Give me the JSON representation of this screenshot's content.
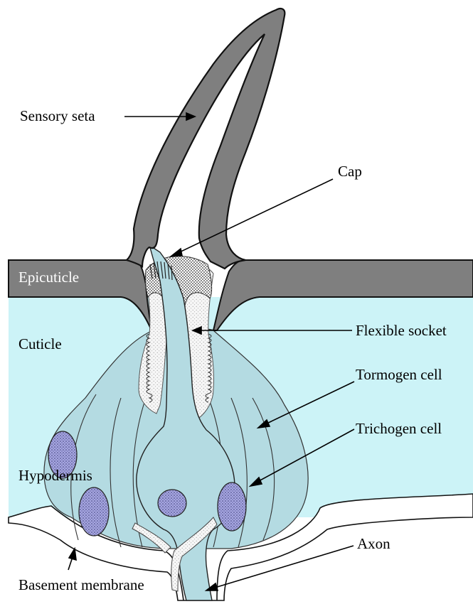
{
  "labels": {
    "sensory_seta": "Sensory seta",
    "cap": "Cap",
    "epicuticle": "Epicuticle",
    "cuticle": "Cuticle",
    "flexible_socket": "Flexible socket",
    "tormogen_cell": "Tormogen cell",
    "trichogen_cell": "Trichogen cell",
    "hypodermis": "Hypodermis",
    "axon": "Axon",
    "basement_membrane": "Basement membrane"
  },
  "colors": {
    "seta": "#7f7f7f",
    "epicuticle": "#7f7f7f",
    "cuticle": "#ccf3f7",
    "cells": "#b4dbe2",
    "nucleus": "#9a9ad6",
    "socket_stipple": "#f4f4f4",
    "outline": "#111111"
  }
}
